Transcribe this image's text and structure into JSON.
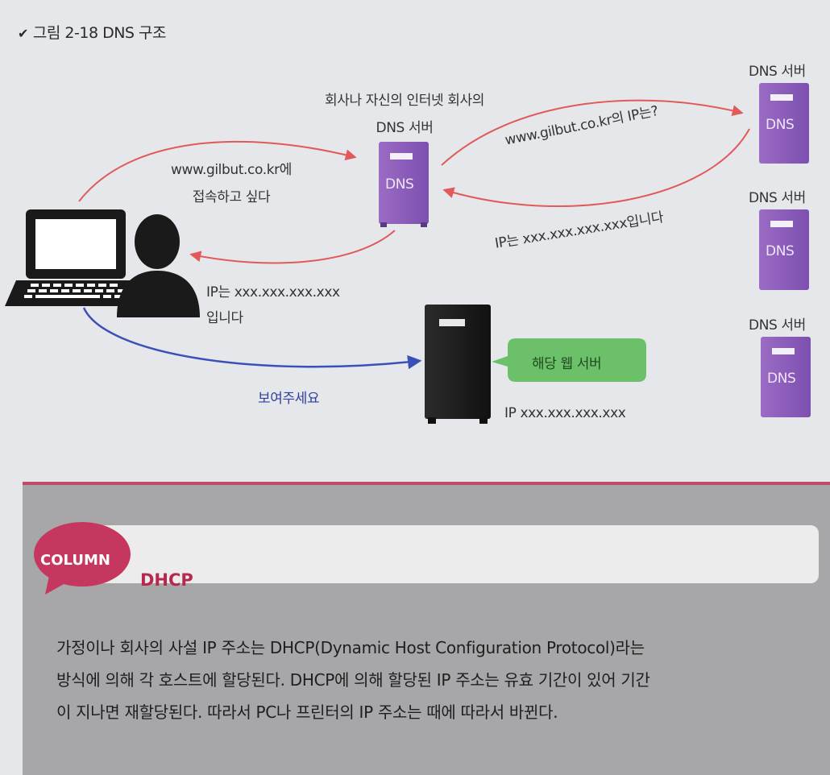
{
  "figure": {
    "title": "그림 2-18 DNS 구조"
  },
  "diagram": {
    "local_dns_label_line1": "회사나 자신의 인터넷 회사의",
    "local_dns_label_line2": "DNS 서버",
    "dns_box_text": "DNS",
    "remote_dns_labels": [
      "DNS 서버",
      "DNS 서버",
      "DNS 서버"
    ],
    "request_line1": "www.gilbut.co.kr에",
    "request_line2": "접속하고 싶다",
    "query_label": "www.gilbut.co.kr의 IP는?",
    "answer_label": "IP는 xxx.xxx.xxx.xxx입니다",
    "reply_line1": "IP는 xxx.xxx.xxx.xxx",
    "reply_line2": "입니다",
    "show_label": "보여주세요",
    "web_server_bubble": "해당 웹 서버",
    "web_server_ip": "IP xxx.xxx.xxx.xxx",
    "colors": {
      "red_arrow": "#e05a5a",
      "blue_arrow": "#3b4fb8",
      "dns_purple": "#8a5cb5",
      "bubble_green": "#6cc06a",
      "column_accent": "#c24a67"
    }
  },
  "column": {
    "badge": "COLUMN",
    "title": "DHCP",
    "body": [
      "가정이나 회사의 사설 IP 주소는 DHCP(Dynamic Host Configuration Protocol)라는",
      "방식에 의해 각 호스트에 할당된다. DHCP에 의해 할당된 IP 주소는 유효 기간이 있어 기간",
      "이 지나면 재할당된다. 따라서 PC나 프린터의 IP 주소는 때에 따라서 바뀐다."
    ]
  }
}
